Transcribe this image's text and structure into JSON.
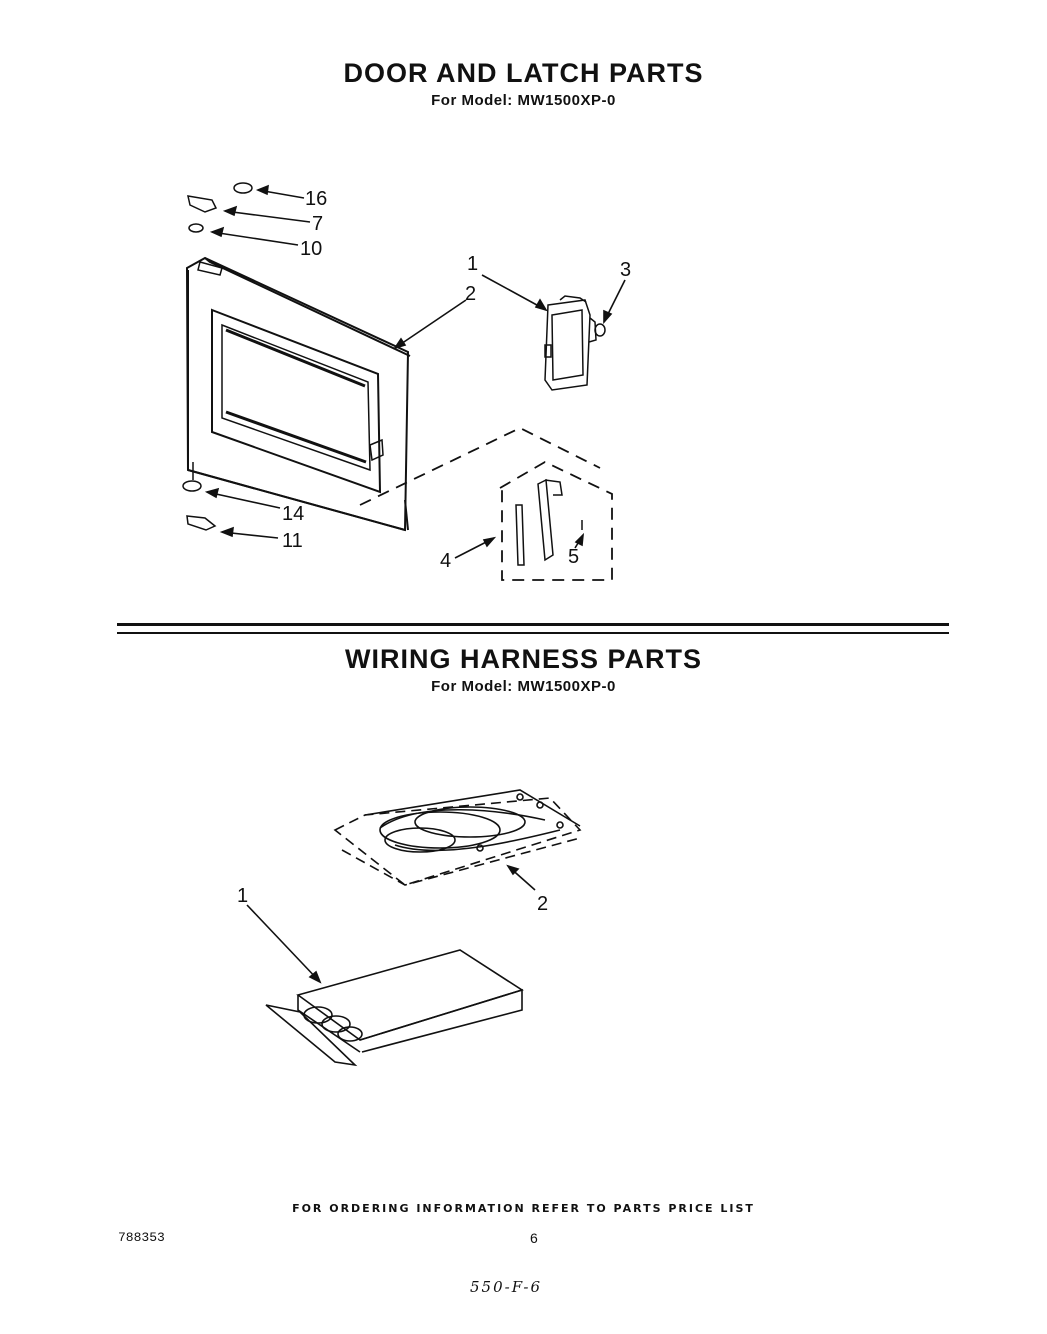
{
  "door_section": {
    "title": "DOOR AND LATCH PARTS",
    "model": "For Model: MW1500XP-0",
    "callouts": {
      "c16": "16",
      "c7": "7",
      "c10": "10",
      "c1": "1",
      "c2": "2",
      "c3": "3",
      "c14": "14",
      "c11": "11",
      "c4": "4",
      "c5": "5"
    }
  },
  "harness_section": {
    "title": "WIRING HARNESS PARTS",
    "model": "For Model: MW1500XP-0",
    "callouts": {
      "c1": "1",
      "c2": "2"
    }
  },
  "footer": {
    "ordering_note": "FOR ORDERING INFORMATION REFER TO PARTS PRICE LIST",
    "doc_number": "788353",
    "page_number": "6",
    "handwritten_note": "550-F-6"
  }
}
